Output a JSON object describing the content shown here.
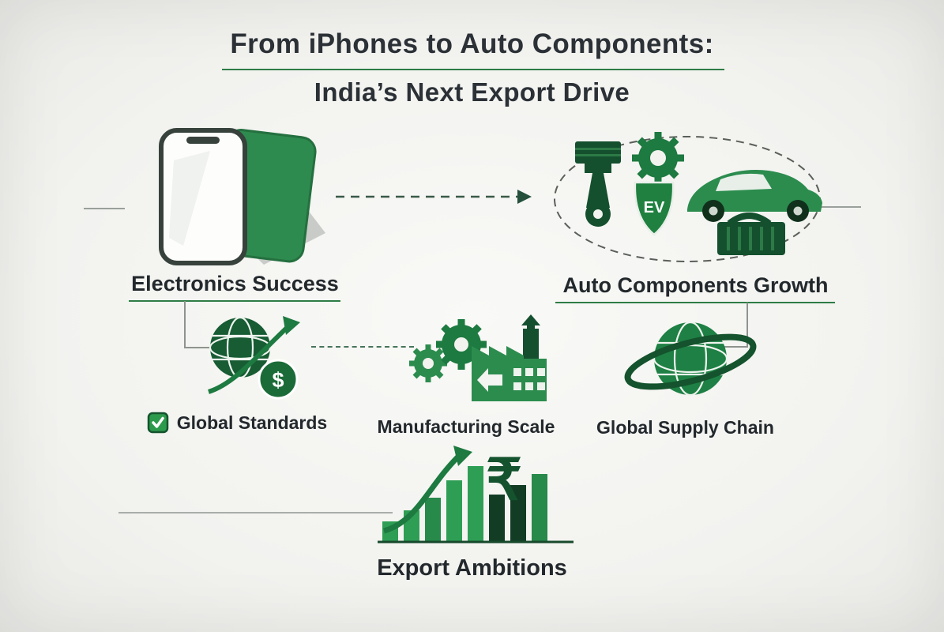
{
  "title": {
    "line1": "From iPhones to Auto Components:",
    "line2": "India’s Next Export Drive"
  },
  "nodes": {
    "electronics": {
      "label": "Electronics Success"
    },
    "auto_components": {
      "label": "Auto Components Growth",
      "badge": "EV"
    },
    "global_standards": {
      "label": "Global Standards"
    },
    "manufacturing_scale": {
      "label": "Manufacturing Scale"
    },
    "global_supply_chain": {
      "label": "Global Supply Chain"
    },
    "export_ambitions": {
      "label": "Export Ambitions"
    }
  },
  "symbols": {
    "dollar": "$",
    "rupee": "₹"
  },
  "colors": {
    "green": "#1d7a40",
    "bright_green": "#2f9e55",
    "dark_green": "#14532d",
    "text": "#2b3136",
    "underline": "#2e7d46",
    "background": "#f2f2ef"
  },
  "chart_data": {
    "type": "bar",
    "title": "Export Ambitions",
    "values": [
      26,
      40,
      56,
      78,
      96,
      60,
      72,
      86
    ],
    "bar_colors": [
      "#2f9e55",
      "#2f9e55",
      "#27894a",
      "#2f9e55",
      "#2f9e55",
      "#123d24",
      "#123d24",
      "#27894a"
    ],
    "ylim": [
      0,
      100
    ]
  }
}
